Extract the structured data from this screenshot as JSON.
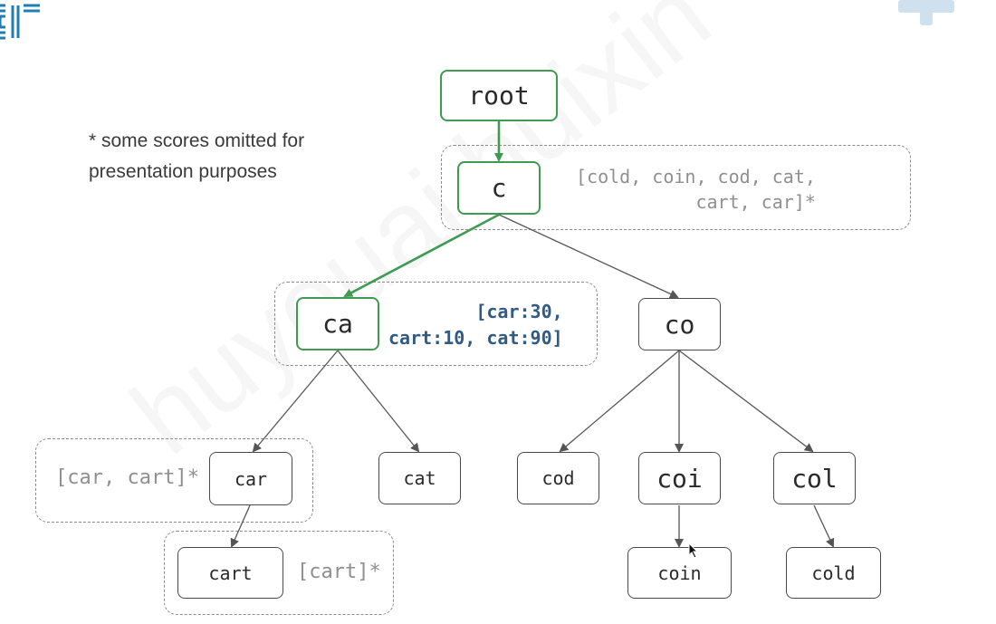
{
  "note": {
    "line1": "* some scores omitted for",
    "line2": "presentation purposes"
  },
  "nodes": {
    "root": "root",
    "c": "c",
    "ca": "ca",
    "co": "co",
    "car": "car",
    "cat": "cat",
    "cod": "cod",
    "coi": "coi",
    "col": "col",
    "cart": "cart",
    "coin": "coin",
    "cold": "cold"
  },
  "annotations": {
    "c_list_line1": "[cold, coin, cod, cat,",
    "c_list_line2": "cart, car]*",
    "ca_scores_line1": "[car:30,",
    "ca_scores_line2": "cart:10, cat:90]",
    "car_list": "[car, cart]*",
    "cart_list": "[cart]*"
  },
  "watermark": "huyouai.huixin",
  "colors": {
    "highlight": "#3f9a52",
    "scores_text": "#2f5b85",
    "node_border": "#4a4a4a",
    "muted_text": "#8f8f8f"
  }
}
